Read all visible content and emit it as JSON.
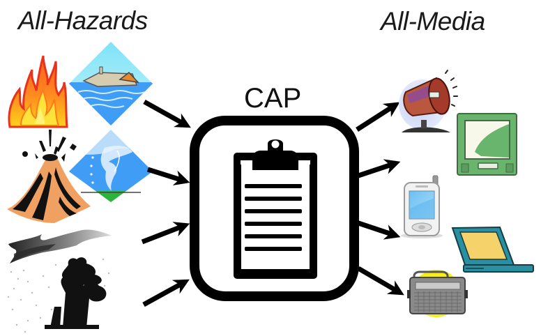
{
  "diagram": {
    "left_heading": "All-Hazards",
    "right_heading": "All-Media",
    "center_label": "CAP",
    "center_icon": "clipboard-icon",
    "hazards": [
      {
        "name": "fire",
        "icon": "fire-icon"
      },
      {
        "name": "flood",
        "icon": "flood-house-icon"
      },
      {
        "name": "volcano",
        "icon": "volcano-icon"
      },
      {
        "name": "tornado",
        "icon": "tornado-icon"
      },
      {
        "name": "storm",
        "icon": "storm-icon"
      }
    ],
    "media": [
      {
        "name": "loudspeaker",
        "icon": "megaphone-icon"
      },
      {
        "name": "television",
        "icon": "tv-icon"
      },
      {
        "name": "mobile phone",
        "icon": "pda-phone-icon"
      },
      {
        "name": "laptop",
        "icon": "laptop-icon"
      },
      {
        "name": "radio",
        "icon": "radio-icon"
      }
    ],
    "colors": {
      "ink": "#000000",
      "fire_red": "#e8331c",
      "fire_yellow": "#ffd21a",
      "water_blue": "#3f9df5",
      "sky_blue": "#8fe6f5",
      "volcano_orange": "#f0a060",
      "tv_green": "#6ab56e",
      "laptop_teal": "#2a8fa0",
      "laptop_screen": "#f5d36a",
      "radio_gray": "#8a8a8a",
      "radio_glow": "#f6ef1a"
    }
  }
}
